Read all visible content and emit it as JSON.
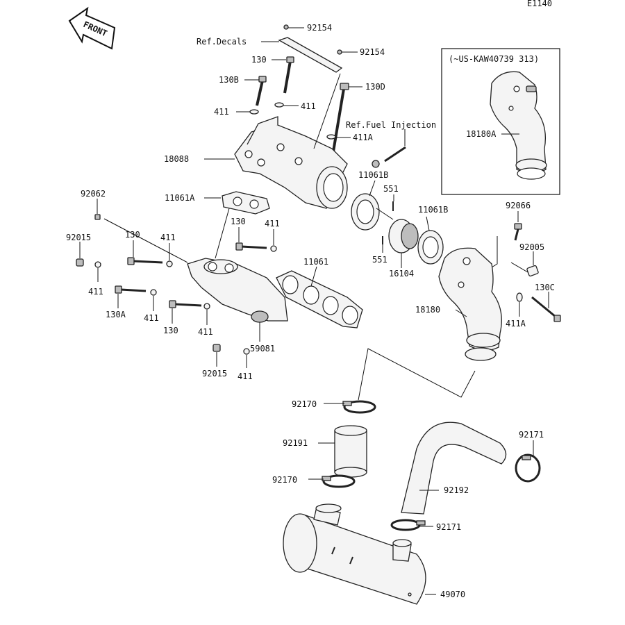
{
  "diagram": {
    "code": "E1140",
    "front_label": "FRONT",
    "inset_label": "(~US-KAW40739 313)",
    "notes": {
      "decals": "Ref.Decals",
      "fuel_injection": "Ref.Fuel Injection"
    },
    "callouts": {
      "p92154_top": "92154",
      "p92154_b": "92154",
      "p130_top": "130",
      "p130B": "130B",
      "p130D": "130D",
      "p411_a": "411",
      "p411_b": "411",
      "p411A_top": "411A",
      "p18088": "18088",
      "p11061B_a": "11061B",
      "p551_a": "551",
      "p11061B_b": "11061B",
      "p11061A": "11061A",
      "p92062": "92062",
      "p130_mid": "130",
      "p411_c": "411",
      "p92015_a": "92015",
      "p130_left": "130",
      "p411_d": "411",
      "p411_e": "411",
      "p130A": "130A",
      "p411_f": "411",
      "p130_low": "130",
      "p411_g": "411",
      "p11061": "11061",
      "p59081": "59081",
      "p92015_b": "92015",
      "p411_h": "411",
      "p551_b": "551",
      "p16104": "16104",
      "p92066": "92066",
      "p92005": "92005",
      "p130C": "130C",
      "p18180": "18180",
      "p411A_b": "411A",
      "p18180A": "18180A",
      "p92170_a": "92170",
      "p92191": "92191",
      "p92170_b": "92170",
      "p92171_a": "92171",
      "p92192": "92192",
      "p92171_b": "92171",
      "p49070": "49070"
    }
  }
}
